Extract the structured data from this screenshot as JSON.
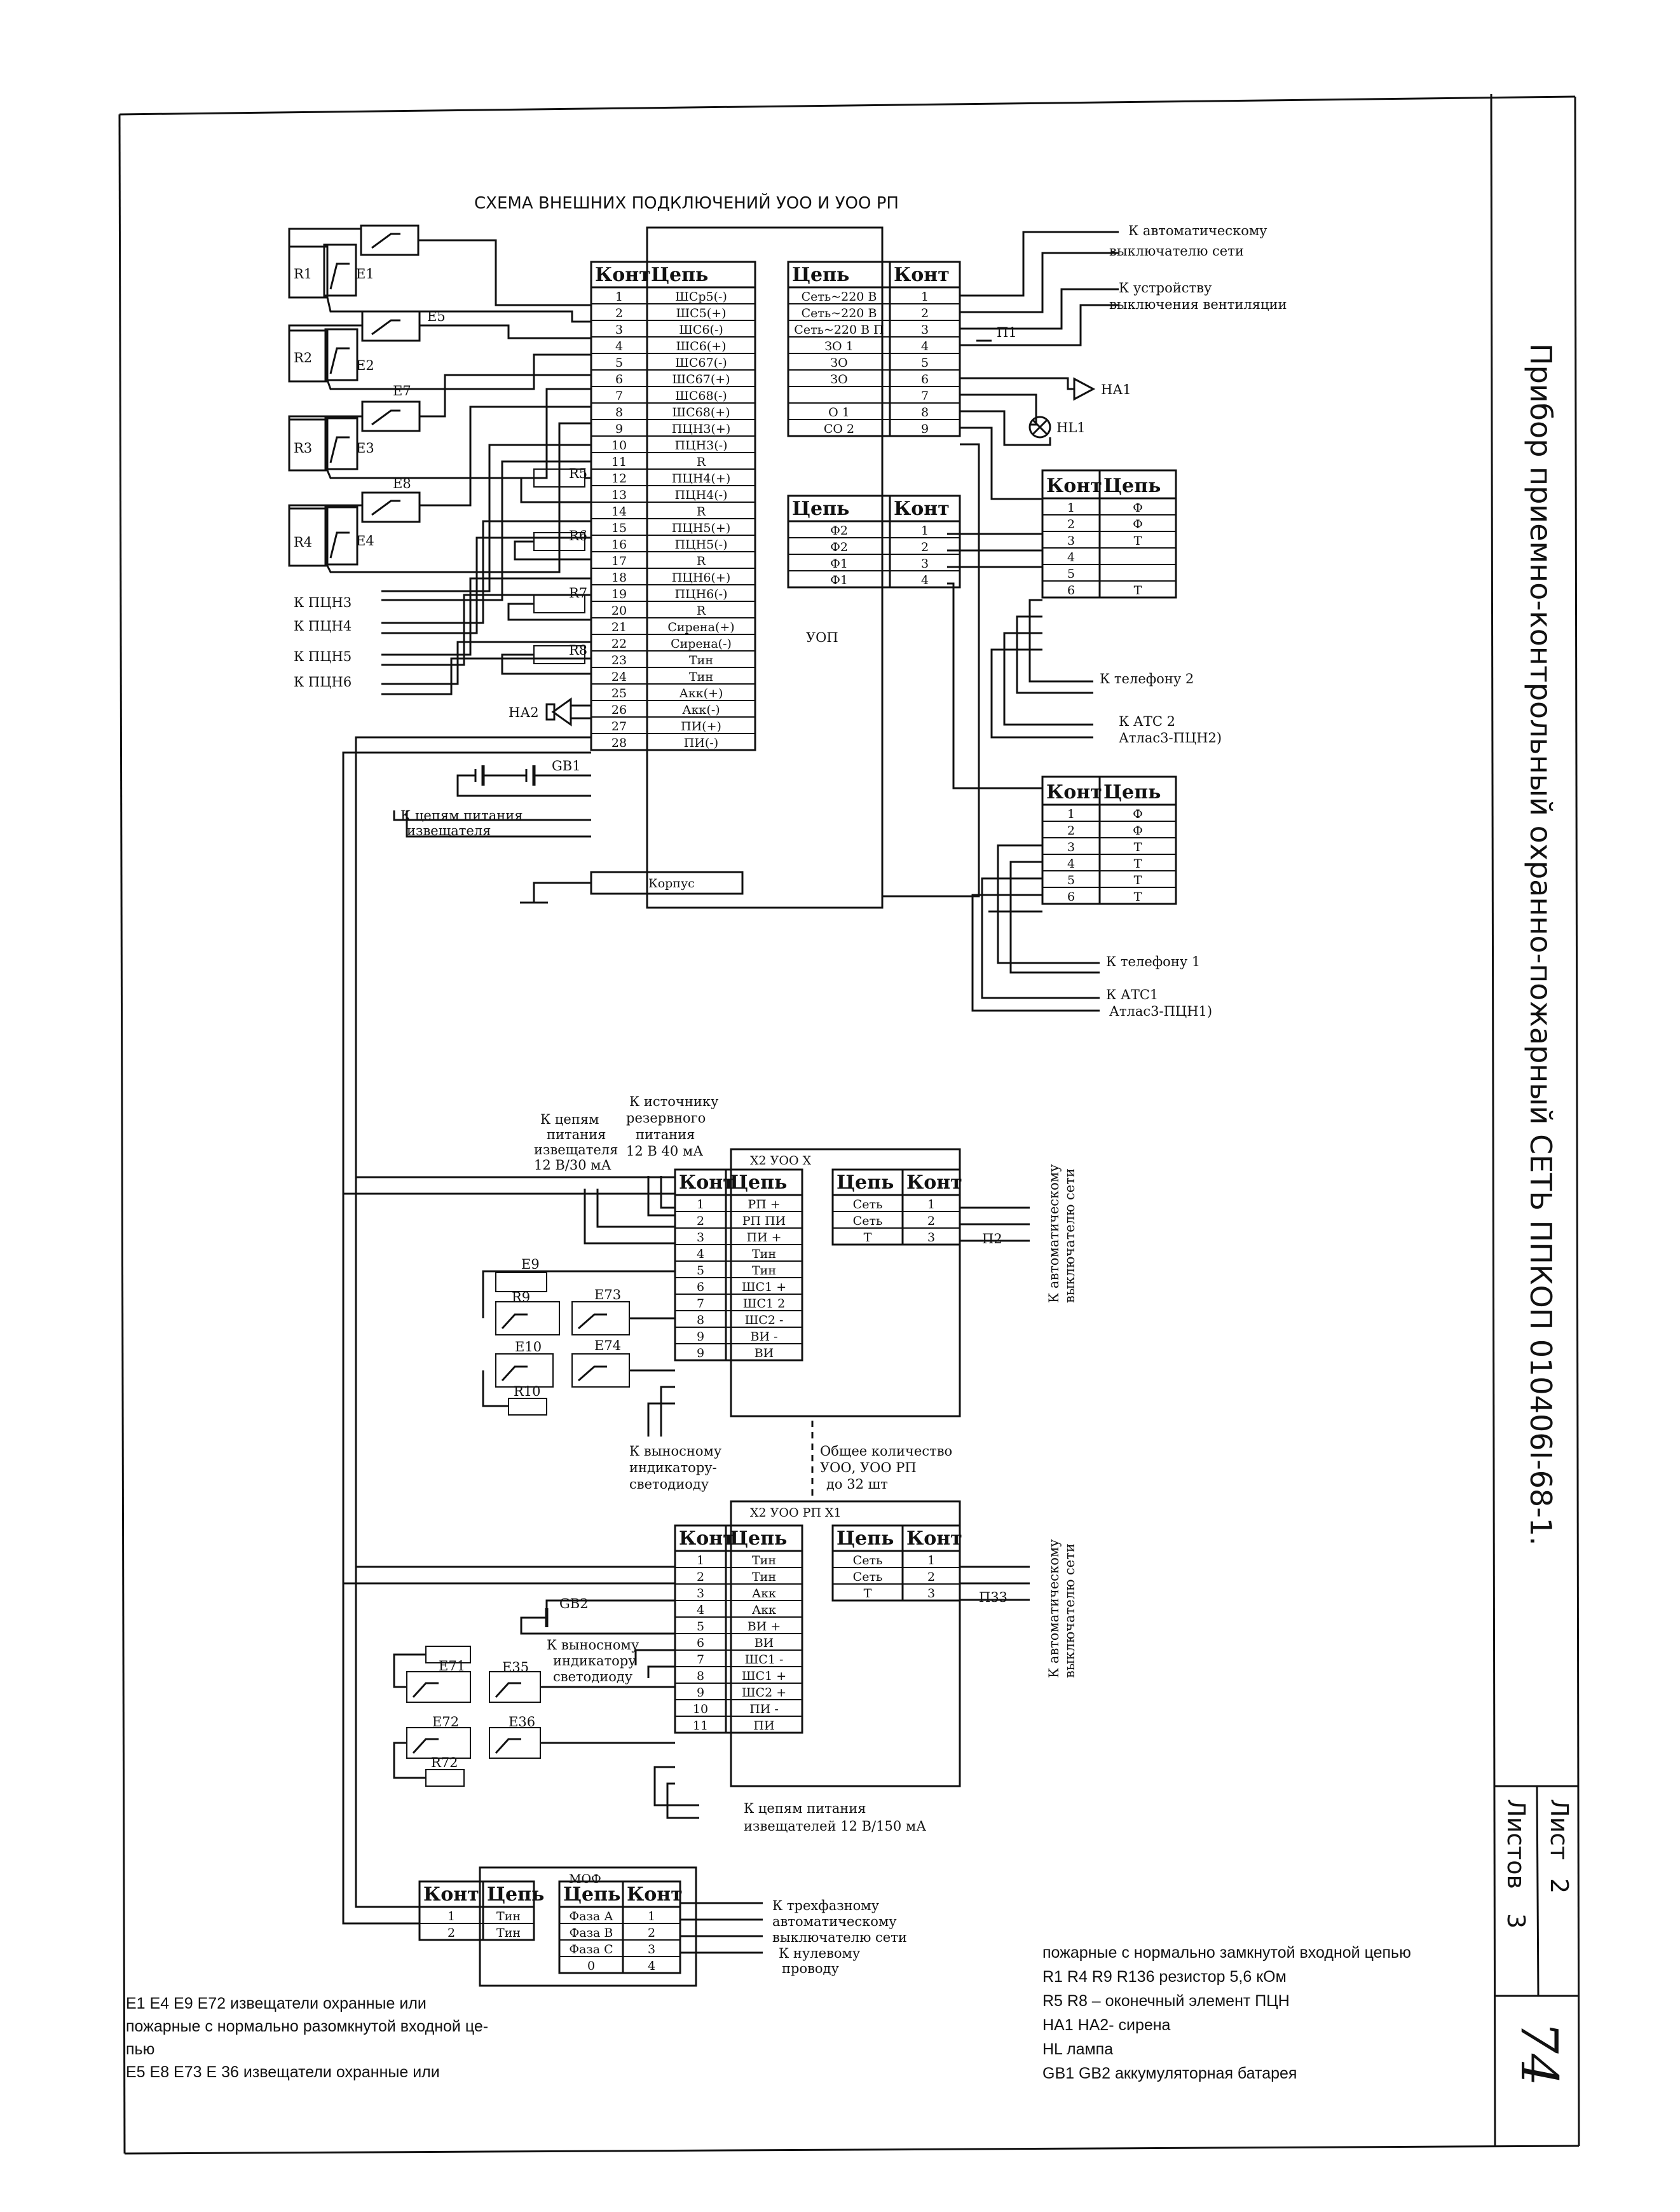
{
  "diagram_title": "СХЕМА ВНЕШНИХ ПОДКЛЮЧЕНИЙ УОО И УОО РП",
  "side_title": "Прибор приемно-контрольный охранно-пожарный СЕТЬ ППКОП 010406I-68-1.",
  "stamp": {
    "sheet_label": "Лист",
    "sheet_value": "2",
    "sheets_label": "Листов",
    "sheets_value": "3",
    "page_number": "74"
  },
  "headers": {
    "kont": "Конт",
    "tsep": "Цепь"
  },
  "main_left_table": {
    "rows": [
      [
        "1",
        "ШСр5(-)"
      ],
      [
        "2",
        "ШС5(+)"
      ],
      [
        "3",
        "ШС6(-)"
      ],
      [
        "4",
        "ШС6(+)"
      ],
      [
        "5",
        "ШС67(-)"
      ],
      [
        "6",
        "ШС67(+)"
      ],
      [
        "7",
        "ШС68(-)"
      ],
      [
        "8",
        "ШС68(+)"
      ],
      [
        "9",
        "ПЦН3(+)"
      ],
      [
        "10",
        "ПЦН3(-)"
      ],
      [
        "11",
        "R"
      ],
      [
        "12",
        "ПЦН4(+)"
      ],
      [
        "13",
        "ПЦН4(-)"
      ],
      [
        "14",
        "R"
      ],
      [
        "15",
        "ПЦН5(+)"
      ],
      [
        "16",
        "ПЦН5(-)"
      ],
      [
        "17",
        "R"
      ],
      [
        "18",
        "ПЦН6(+)"
      ],
      [
        "19",
        "ПЦН6(-)"
      ],
      [
        "20",
        "R"
      ],
      [
        "21",
        "Сирена(+)"
      ],
      [
        "22",
        "Сирена(-)"
      ],
      [
        "23",
        "Тин"
      ],
      [
        "24",
        "Тин"
      ],
      [
        "25",
        "Акк(+)"
      ],
      [
        "26",
        "Акк(-)"
      ],
      [
        "27",
        "ПИ(+)"
      ],
      [
        "28",
        "ПИ(-)"
      ]
    ],
    "korpus": "Корпус"
  },
  "main_right_table": {
    "rows": [
      [
        "Сеть~220 В",
        "1"
      ],
      [
        "Сеть~220 В",
        "2"
      ],
      [
        "Сеть~220 В П",
        "3"
      ],
      [
        "ЗО 1",
        "4"
      ],
      [
        "ЗО",
        "5"
      ],
      [
        "ЗО",
        "6"
      ],
      [
        "",
        "7"
      ],
      [
        "О 1",
        "8"
      ],
      [
        "СО 2",
        "9"
      ]
    ]
  },
  "uop_table": {
    "rows": [
      [
        "Ф2",
        "1"
      ],
      [
        "Ф2",
        "2"
      ],
      [
        "Ф1",
        "3"
      ],
      [
        "Ф1",
        "4"
      ]
    ],
    "label": "УОП"
  },
  "tel2_table": {
    "rows": [
      [
        "1",
        "Ф"
      ],
      [
        "2",
        "Ф"
      ],
      [
        "3",
        "Т"
      ],
      [
        "4",
        ""
      ],
      [
        "5",
        ""
      ],
      [
        "6",
        "Т"
      ]
    ]
  },
  "tel1_table": {
    "rows": [
      [
        "1",
        "Ф"
      ],
      [
        "2",
        "Ф"
      ],
      [
        "3",
        "Т"
      ],
      [
        "4",
        "Т"
      ],
      [
        "5",
        "Т"
      ],
      [
        "6",
        "Т"
      ]
    ]
  },
  "left_labels": {
    "r1": "R1",
    "e1": "E1",
    "e5": "E5",
    "r2": "R2",
    "e2": "E2",
    "e7": "E7",
    "r3": "R3",
    "e3": "E3",
    "e8": "E8",
    "r4": "R4",
    "e4": "E4",
    "r5": "R5",
    "r6": "R6",
    "r7": "R7",
    "r8": "R8",
    "pcn3": "К ПЦН3",
    "pcn4": "К ПЦН4",
    "pcn5": "К ПЦН5",
    "pcn6": "К ПЦН6",
    "ha2": "НА2",
    "gb1": "GB1",
    "power_line1": "К цепям питания",
    "power_line2": "извещателя"
  },
  "right_labels": {
    "auto_line1": "К автоматическому",
    "auto_line2": "выключателю сети",
    "vent_line1": "К устройству",
    "vent_line2": "выключения вентиляции",
    "p1": "П1",
    "ha1": "НА1",
    "hl1": "HL1",
    "tel2": "К телефону 2",
    "ats2_line1": "К АТС 2",
    "ats2_line2": "Атлас3-ПЦН2)",
    "tel1": "К телефону 1",
    "ats1_line1": "К АТС1",
    "ats1_line2": "Атлас3-ПЦН1)"
  },
  "mid_block": {
    "title": "Х2   УОО   Х",
    "rows": [
      [
        "1",
        "РП +"
      ],
      [
        "2",
        "РП ПИ"
      ],
      [
        "3",
        "ПИ +"
      ],
      [
        "4",
        "Тин"
      ],
      [
        "5",
        "Тин"
      ],
      [
        "6",
        "ШС1 +"
      ],
      [
        "7",
        "ШС1 2"
      ],
      [
        "8",
        "ШС2 -"
      ],
      [
        "9",
        "ВИ -"
      ],
      [
        "9",
        "ВИ"
      ]
    ],
    "right_rows": [
      [
        "Сеть",
        "1"
      ],
      [
        "Сеть",
        "2"
      ],
      [
        "Т",
        "3"
      ]
    ],
    "lbl_power1": "К цепям",
    "lbl_power2": "питания",
    "lbl_power3": "извещателя",
    "lbl_power4": "12 В/30 мА",
    "lbl_reserve1": "К источнику",
    "lbl_reserve2": "резервного",
    "lbl_reserve3": "питания",
    "lbl_reserve4": "12 В 40 мА",
    "e9": "Е9",
    "e73": "Е73",
    "r9": "R9",
    "e10": "Е10",
    "e74": "Е74",
    "r10": "R10",
    "p2": "П2",
    "indicator1": "К выносному",
    "indicator2": "индикатору-",
    "indicator3": "светодиоду",
    "total1": "Общее количество",
    "total2": "УОО, УОО РП",
    "total3": "до 32 шт",
    "vert_auto1": "К автоматическому",
    "vert_auto2": "выключателю сети"
  },
  "low_block": {
    "title": "Х2   УОО РП   Х1",
    "rows": [
      [
        "1",
        "Тин"
      ],
      [
        "2",
        "Тин"
      ],
      [
        "3",
        "Акк"
      ],
      [
        "4",
        "Акк"
      ],
      [
        "5",
        "ВИ +"
      ],
      [
        "6",
        "ВИ"
      ],
      [
        "7",
        "ШС1 -"
      ],
      [
        "8",
        "ШС1 +"
      ],
      [
        "9",
        "ШС2 +"
      ],
      [
        "10",
        "ПИ -"
      ],
      [
        "11",
        "ПИ"
      ]
    ],
    "right_rows": [
      [
        "Сеть",
        "1"
      ],
      [
        "Сеть",
        "2"
      ],
      [
        "Т",
        "3"
      ]
    ],
    "gb2": "GB2",
    "e71": "Е71",
    "e35": "Е35",
    "e72": "Е72",
    "e36": "Е36",
    "r72": "R72",
    "p33": "П33",
    "indicator1": "К выносному",
    "indicator2": "индикатору",
    "indicator3": "светодиоду",
    "power1": "К цепям питания",
    "power2": "извещателей 12 В/150 мА",
    "vert_auto1": "К автоматическому",
    "vert_auto2": "выключателю сети"
  },
  "mof_block": {
    "title": "МОФ",
    "left_rows": [
      [
        "1",
        "Тин"
      ],
      [
        "2",
        "Тин"
      ]
    ],
    "right_rows": [
      [
        "Фаза А",
        "1"
      ],
      [
        "Фаза В",
        "2"
      ],
      [
        "Фаза С",
        "3"
      ],
      [
        "0",
        "4"
      ]
    ],
    "out1": "К трехфазному",
    "out2": "автоматическому",
    "out3": "выключателю сети",
    "out4": "К нулевому",
    "out5": "проводу"
  },
  "legend_left": [
    "Е1  Е4  Е9  Е72  извещатели охранные или",
    "пожарные с нормально разомкнутой входной це-",
    "пью",
    "Е5  Е8  Е73  Е 36  извещатели охранные или"
  ],
  "legend_right": [
    "пожарные с нормально замкнутой входной цепью",
    "R1  R4  R9  R136  резистор 5,6 кОм",
    "R5  R8 – оконечный элемент ПЦН",
    "НА1  НА2- сирена",
    "HL  лампа",
    "GB1  GB2  аккумуляторная батарея"
  ]
}
